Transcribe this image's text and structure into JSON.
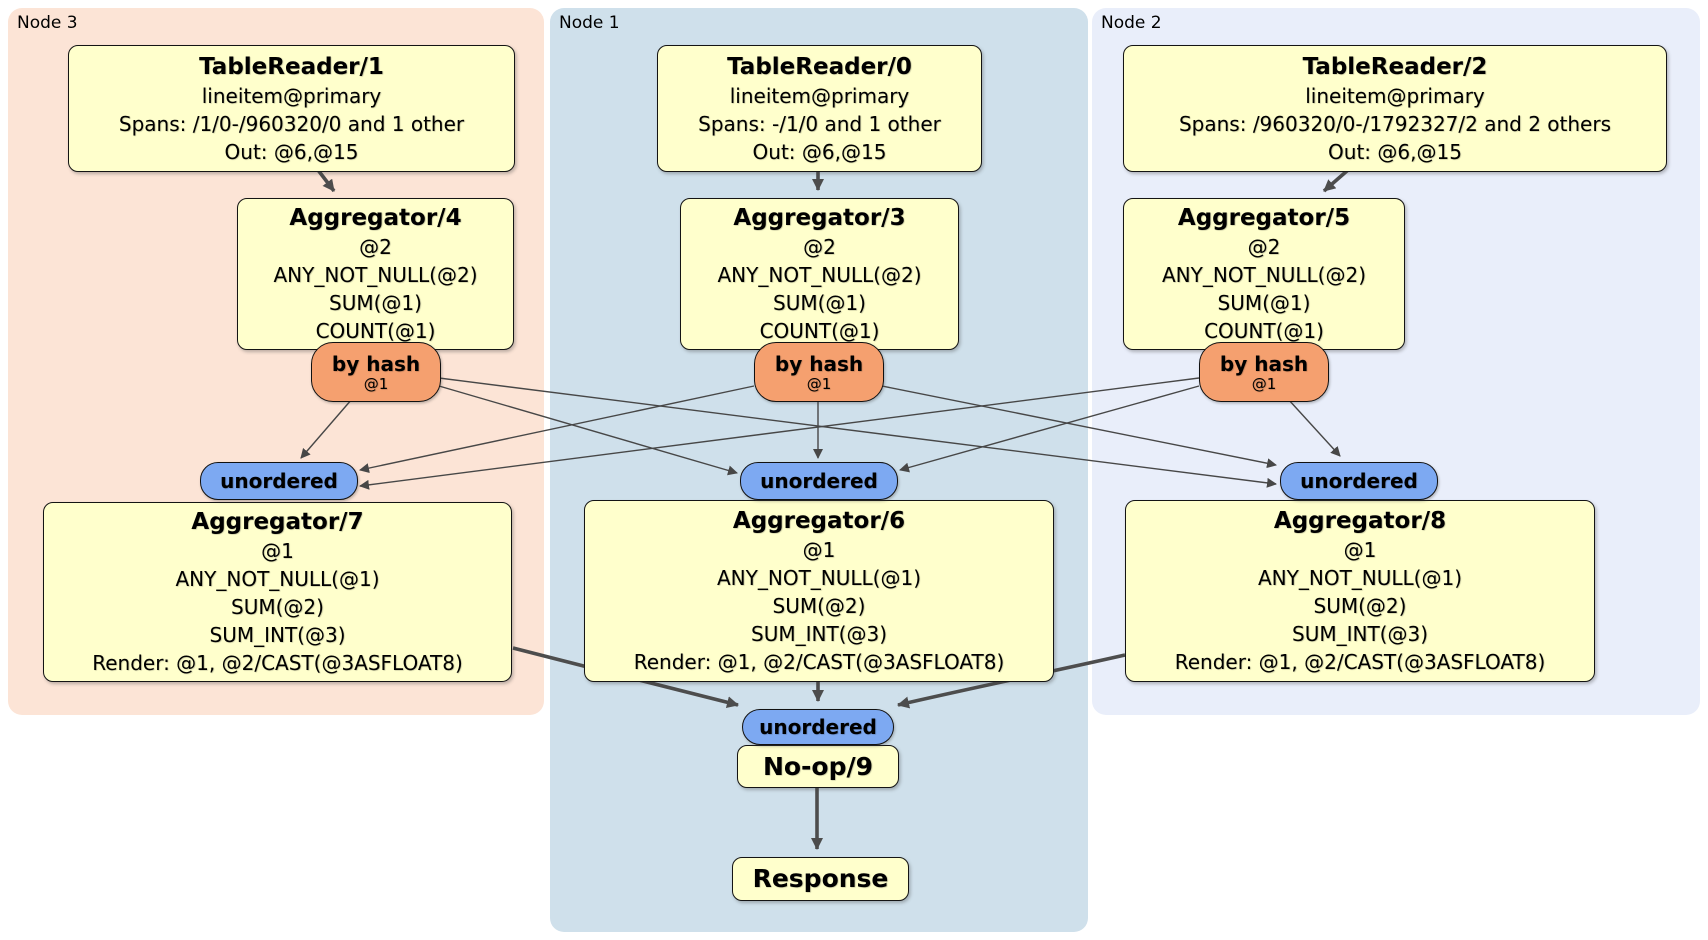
{
  "diagram": {
    "panels": [
      {
        "id": "node3",
        "label": "Node 3"
      },
      {
        "id": "node1",
        "label": "Node 1"
      },
      {
        "id": "node2",
        "label": "Node 2"
      }
    ],
    "processors": {
      "tr1": {
        "title": "TableReader/1",
        "lines": [
          "lineitem@primary",
          "Spans: /1/0-/960320/0 and 1 other",
          "Out: @6,@15"
        ]
      },
      "tr0": {
        "title": "TableReader/0",
        "lines": [
          "lineitem@primary",
          "Spans: -/1/0 and 1 other",
          "Out: @6,@15"
        ]
      },
      "tr2": {
        "title": "TableReader/2",
        "lines": [
          "lineitem@primary",
          "Spans: /960320/0-/1792327/2 and 2 others",
          "Out: @6,@15"
        ]
      },
      "agg4": {
        "title": "Aggregator/4",
        "lines": [
          "@2",
          "ANY_NOT_NULL(@2)",
          "SUM(@1)",
          "COUNT(@1)"
        ]
      },
      "agg3": {
        "title": "Aggregator/3",
        "lines": [
          "@2",
          "ANY_NOT_NULL(@2)",
          "SUM(@1)",
          "COUNT(@1)"
        ]
      },
      "agg5": {
        "title": "Aggregator/5",
        "lines": [
          "@2",
          "ANY_NOT_NULL(@2)",
          "SUM(@1)",
          "COUNT(@1)"
        ]
      },
      "agg7": {
        "title": "Aggregator/7",
        "lines": [
          "@1",
          "ANY_NOT_NULL(@1)",
          "SUM(@2)",
          "SUM_INT(@3)",
          "Render: @1, @2/CAST(@3ASFLOAT8)"
        ]
      },
      "agg6": {
        "title": "Aggregator/6",
        "lines": [
          "@1",
          "ANY_NOT_NULL(@1)",
          "SUM(@2)",
          "SUM_INT(@3)",
          "Render: @1, @2/CAST(@3ASFLOAT8)"
        ]
      },
      "agg8": {
        "title": "Aggregator/8",
        "lines": [
          "@1",
          "ANY_NOT_NULL(@1)",
          "SUM(@2)",
          "SUM_INT(@3)",
          "Render: @1, @2/CAST(@3ASFLOAT8)"
        ]
      },
      "noop": {
        "title": "No-op/9"
      },
      "response": {
        "title": "Response"
      }
    },
    "routers": {
      "by_hash": {
        "label": "by hash",
        "tag": "@1"
      },
      "unordered": {
        "label": "unordered"
      }
    },
    "colors": {
      "panel_node3": "#fce4d6",
      "panel_node1": "#cfe0eb",
      "panel_node2": "#e9eefa",
      "box_fill": "#ffffcc",
      "hash_fill": "#f5a06f",
      "unordered_fill": "#7da9f2",
      "edge": "#474747"
    }
  }
}
